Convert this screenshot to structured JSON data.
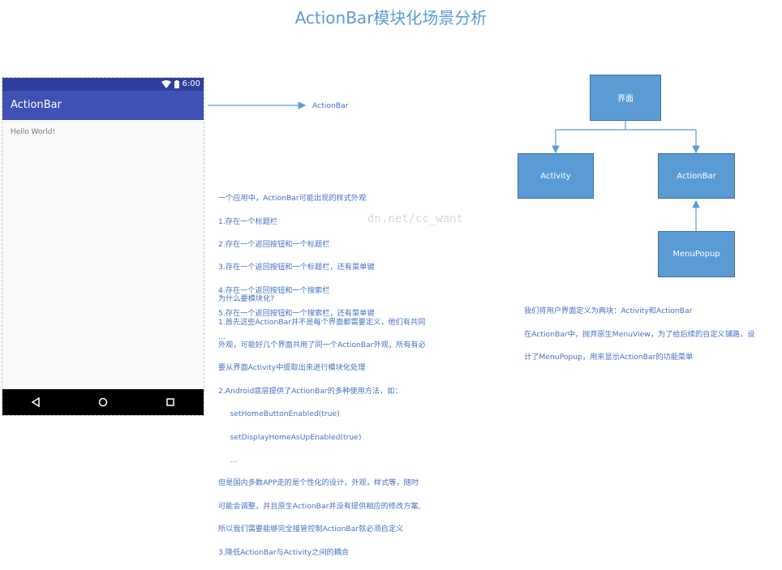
{
  "title": "ActionBar模块化场景分析",
  "phone": {
    "status_time": "6:00",
    "actionbar_title": "ActionBar",
    "content_text": "Hello World!"
  },
  "arrow_label": "ActionBar",
  "section_styles": {
    "heading": "一个应用中，ActionBar可能出现的样式外观",
    "items": [
      "1.存在一个标题栏",
      "2.存在一个返回按钮和一个标题栏",
      "3.存在一个返回按钮和一个标题栏，还有菜单键",
      "4.存在一个返回按钮和一个搜索栏",
      "5.存在一个返回按钮和一个搜索栏，还有菜单键",
      "..."
    ]
  },
  "section_why": {
    "lines": [
      "为什么要模块化?",
      "1.首先这些ActionBar并不是每个界面都需要定义，他们有共同",
      "外观，可能好几个界面共用了同一个ActionBar外观，所有有必",
      "要从界面Activity中提取出来进行模块化处理",
      "2.Android底层提供了ActionBar的多种使用方法，如：",
      "     setHomeButtonEnabled(true)",
      "     setDisplayHomeAsUpEnabled(true)",
      "     ...",
      "但是国内多数APP走的是个性化的设计，外观，样式等，随时",
      "可能会调整，并且原生ActionBar并没有提供相应的修改方案,",
      "所以我们需要能够完全接管控制ActionBar就必须自定义",
      "3.降低ActionBar与Activity之间的耦合"
    ]
  },
  "diagram": {
    "root": "界面",
    "left": "Activity",
    "right": "ActionBar",
    "child": "MenuPopup"
  },
  "section_split": {
    "lines": [
      "我们将用户界面定义为两块：Activity和ActionBar",
      "在ActionBar中，抛弃原生MenuView，为了给后续的自定义铺路，设",
      "计了MenuPopup，用来显示ActionBar的功能菜单"
    ]
  },
  "watermark": "dn.net/cc_want"
}
